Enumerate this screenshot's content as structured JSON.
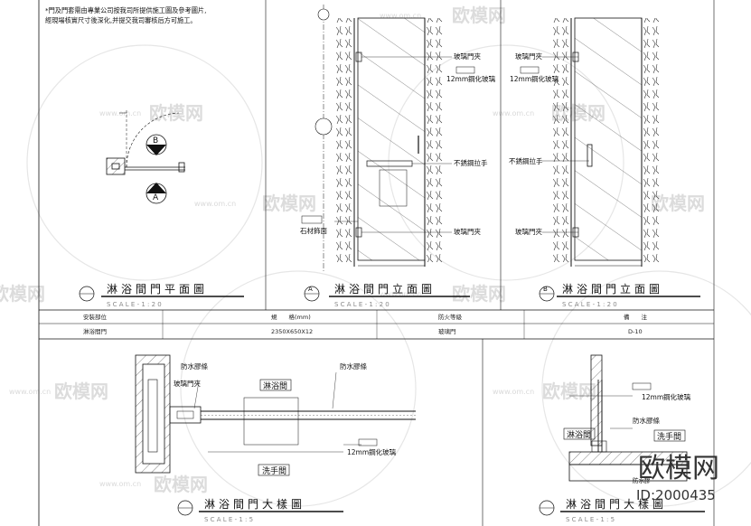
{
  "notes": {
    "line1": "*門及門套需由專業公司按我司所提供施工圖及參考圖片,",
    "line2": "經現場核實尺寸後深化,并提交我司審核后方可施工。"
  },
  "panels": {
    "plan": {
      "title": "淋浴間門平面圖",
      "scale": "S C A L E  -  1 : 2 0",
      "marker_b": "B",
      "marker_a": "A"
    },
    "elevation_a": {
      "title": "淋浴間門立面圖",
      "scale": "S C A L E  -  1 : 2 0",
      "marker": "A",
      "labels": [
        "玻璃門夾",
        "12mm鋼化玻璃",
        "不銹鋼拉手",
        "玻璃門夾",
        "石材飾面"
      ]
    },
    "elevation_b": {
      "title": "淋浴間門立面圖",
      "scale": "S C A L E  -  1 : 2 0",
      "marker": "B",
      "labels": [
        "玻璃門夾",
        "12mm鋼化玻璃",
        "不銹鋼拉手",
        "玻璃門夾"
      ]
    },
    "detail_c": {
      "title": "淋浴間門大樣圖",
      "scale": "S C A L E  -  1 : 5",
      "labels": [
        "防水膠條",
        "玻璃門夾",
        "淋浴間",
        "防水膠條",
        "12mm鋼化玻璃",
        "洗手間"
      ]
    },
    "detail_d": {
      "title": "淋浴間門大樣圖",
      "scale": "S C A L E  -  1 : 5",
      "labels": [
        "12mm鋼化玻璃",
        "淋浴間",
        "防水膠條",
        "洗手間",
        "防水膠"
      ]
    }
  },
  "schedule": {
    "headers": [
      "安裝部位",
      "規　　格(mm)",
      "防火等級",
      "備　　注"
    ],
    "row": [
      "淋浴間門",
      "2350X650X12",
      "玻璃門",
      "D-10"
    ]
  },
  "watermark": {
    "brand": "欧模网",
    "id": "ID:2000435",
    "small": "www.om.cn"
  },
  "colors": {
    "line": "#111111",
    "watermark": "#d8d8d8"
  }
}
